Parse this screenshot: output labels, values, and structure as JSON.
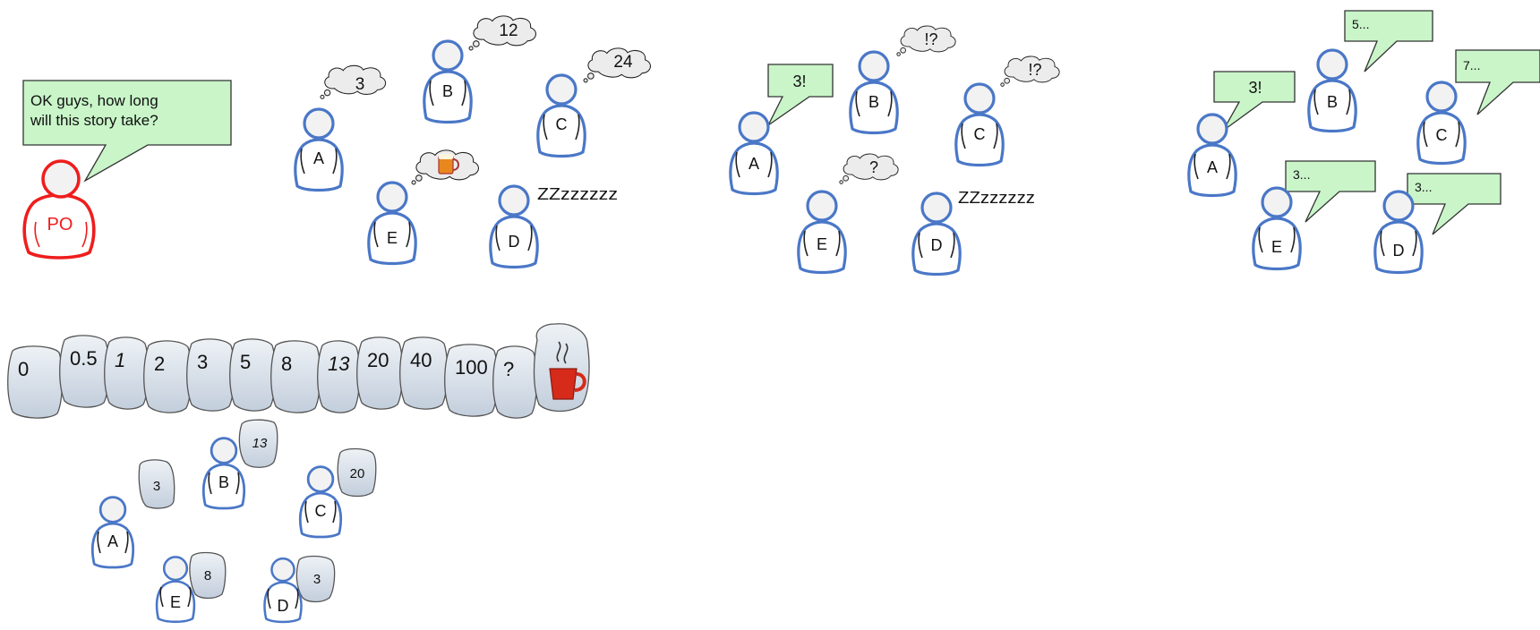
{
  "colors": {
    "person_outline": "#4a77c7",
    "product_owner_outline": "#ef1d1d",
    "speech_bubble_fill": "#c9f5c9",
    "thought_cloud_fill": "#ececec",
    "card_fill_top": "#eef2f6",
    "card_fill_bottom": "#c3cedc",
    "mug": "#d62a1a"
  },
  "product_owner": {
    "label": "PO",
    "speech_line1": "OK guys, how long",
    "speech_line2": "will this story take?"
  },
  "scene1": {
    "people": {
      "A": "A",
      "B": "B",
      "C": "C",
      "D": "D",
      "E": "E"
    },
    "thought_A": "3",
    "thought_B": "12",
    "thought_C": "24",
    "thought_E_icon": "beer-mug-icon",
    "snore_D": "ZZzzzzzz"
  },
  "scene2": {
    "people": {
      "A": "A",
      "B": "B",
      "C": "C",
      "D": "D",
      "E": "E"
    },
    "speech_A": "3!",
    "thought_B": "!?",
    "thought_C": "!?",
    "thought_E": "?",
    "snore_D": "ZZzzzzzz"
  },
  "scene3": {
    "people": {
      "A": "A",
      "B": "B",
      "C": "C",
      "D": "D",
      "E": "E"
    },
    "speech_A": "3!",
    "speech_B": "5...",
    "speech_C": "7...",
    "speech_D": "3...",
    "speech_E": "3..."
  },
  "card_deck": {
    "cards": [
      "0",
      "0.5",
      "1",
      "2",
      "3",
      "5",
      "8",
      "13",
      "20",
      "40",
      "100",
      "?"
    ],
    "last_card_icon": "coffee-cup-icon"
  },
  "scene4": {
    "people": {
      "A": "A",
      "B": "B",
      "C": "C",
      "D": "D",
      "E": "E"
    },
    "card_A": "3",
    "card_B": "13",
    "card_C": "20",
    "card_D": "3",
    "card_E": "8"
  }
}
